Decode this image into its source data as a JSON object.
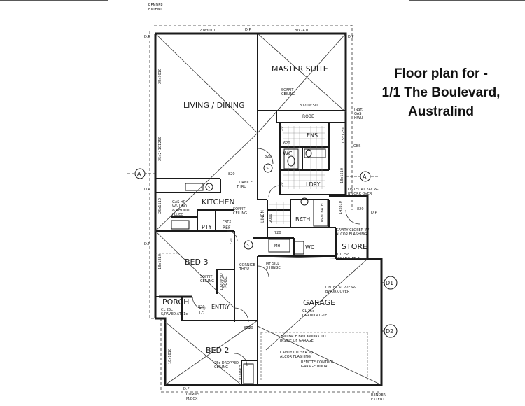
{
  "title": {
    "line1": "Floor plan for -",
    "line2": "1/1 The Boulevard,",
    "line3": "Australind"
  },
  "rooms": {
    "master_suite": "MASTER SUITE",
    "living_dining": "LIVING / DINING",
    "kitchen": "KITCHEN",
    "bed3": "BED 3",
    "bed2": "BED 2",
    "porch": "PORCH",
    "entry": "ENTRY",
    "garage": "GARAGE",
    "store": "STORE",
    "ens": "ENS",
    "wc1": "WC",
    "wc2": "WC",
    "ldry": "LDRY",
    "bath": "BATH",
    "pty": "PTY",
    "linen": "LINEN",
    "robe1": "ROBE",
    "robe2": "ROBE",
    "ref": "REF",
    "mh": "MH"
  },
  "notes": {
    "render_extent_top": "RENDER\nEXTENT",
    "render_extent_bottom": "RENDER\nEXTENT",
    "soffit_ceiling_master": "SOFFIT\nCEILING",
    "robe_size": "3070W.SD",
    "gas_hp": "GAS HP\nW/- UBO\n& RHOOD\nFLUED",
    "soffit_ceiling_kitchen": "SOFFIT\nCEILING",
    "frf2": "FRF2",
    "soffit_ceiling_bed3": "SOFFIT\nCEILING",
    "cornice_thru_1": "CORNICE\nTHRU",
    "cornice_thru_2": "CORNICE\nTHRU",
    "mf_sill": "MF SILL\n3 HINGE",
    "porch_cl": "CL 25c\nS/PAVED AT -1c",
    "entry_tf": "820\nT.F.",
    "store_cl": "CL 25c\nGRANO AT -1c",
    "garage_cl": "CL 25c\nGRANO AT -1c",
    "lintel_1": "LINTEL AT 24c W-\nBWORK OVER",
    "lintel_2": "LINTEL AT 22c W-\nBWORK OVER",
    "cavity_closer_1": "CAVITY CLOSER W/-\nALCOR FLASHING",
    "cavity_closer_2": "CAVITY CLOSER W/-\nALCOR FLASHING",
    "face_brickwork": "2ND FACE BRICKWORK TO\nINSIDE OF GARAGE",
    "remote_control": "REMOTE CONTROL\nGARAGE DOOR",
    "bed2_ceiling": "25c DROPPED\nCEILING",
    "comms": "COMMS\nM/BOX",
    "inst_gas": "INST.\nGAS\nHWU",
    "obs": "OBS",
    "bath_size": "1670 BATH"
  },
  "dimensions": {
    "top_left": "20x3010",
    "top_right": "20x2410",
    "left_1": "25x3010",
    "left_2": "25x24101250",
    "left_3": "25x1110",
    "left_4": "18x1810",
    "left_5": "18x1810",
    "right_1": "1.5x1250",
    "right_2": "18x1510",
    "right_3": "14x810",
    "door_820_a": "820",
    "door_820_b": "820",
    "door_820_c": "820",
    "door_720_a": "720",
    "door_720_b": "720",
    "door_620": "620",
    "door_720_c": "720",
    "door_820_d": "820",
    "door_720_d": "720",
    "door_820_e": "820",
    "dim_2000": "2000",
    "dim_1020": "1020WSD",
    "dim_1810": "1810WSD",
    "dim_820_entry": "820"
  },
  "markers": {
    "section_a_left": "A",
    "section_a_right": "A",
    "d1": "D1",
    "d2": "D2",
    "dp_1": "D.P",
    "dp_2": "D.P",
    "dp_3": "D.P",
    "dp_4": "D.P",
    "dp_5": "D.P",
    "dp_6": "D.P",
    "dp_7": "D.P",
    "dp_8": "D.P",
    "s1": "S",
    "s2": "S",
    "s3": "S"
  },
  "colors": {
    "line": "#1a1a1a",
    "background": "#ffffff"
  }
}
